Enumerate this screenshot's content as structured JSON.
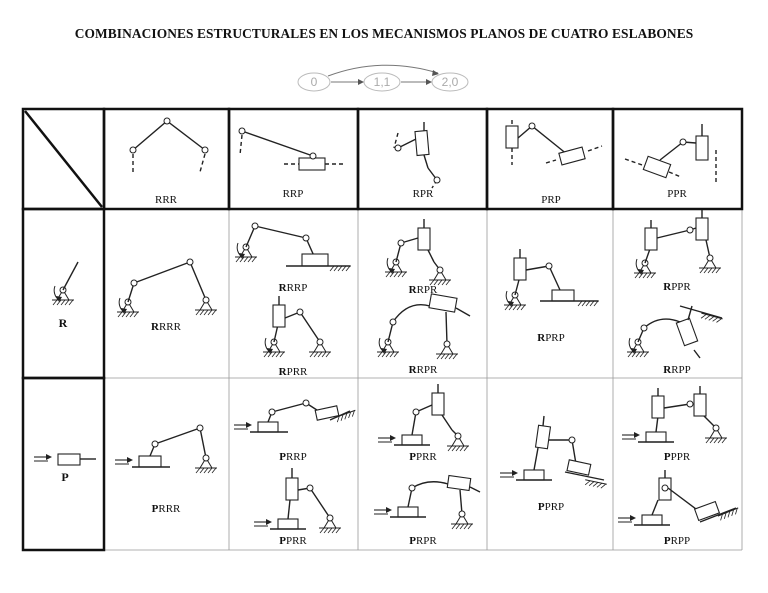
{
  "title": "COMBINACIONES ESTRUCTURALES EN LOS MECANISMOS PLANOS DE CUATRO ESLABONES",
  "flow": {
    "nodes": [
      "0",
      "1,1",
      "2,0"
    ]
  },
  "header_labels": [
    "RRR",
    "RRP",
    "RPR",
    "PRP",
    "PPR"
  ],
  "rows": [
    {
      "label": "R",
      "cells": [
        [
          {
            "bold": "R",
            "rest": "RRR"
          }
        ],
        [
          {
            "bold": "R",
            "rest": "RRP"
          },
          {
            "bold": "R",
            "rest": "PRR"
          }
        ],
        [
          {
            "bold": "R",
            "rest": "RPR"
          },
          {
            "bold": "R",
            "rest": "RPR"
          }
        ],
        [
          {
            "bold": "R",
            "rest": "PRP"
          }
        ],
        [
          {
            "bold": "R",
            "rest": "PPR"
          },
          {
            "bold": "R",
            "rest": "RPP"
          }
        ]
      ]
    },
    {
      "label": "P",
      "cells": [
        [
          {
            "bold": "P",
            "rest": "RRR"
          }
        ],
        [
          {
            "bold": "P",
            "rest": "RRP"
          },
          {
            "bold": "P",
            "rest": "PRR"
          }
        ],
        [
          {
            "bold": "P",
            "rest": "PRR"
          },
          {
            "bold": "P",
            "rest": "RPR"
          }
        ],
        [
          {
            "bold": "P",
            "rest": "PRP"
          }
        ],
        [
          {
            "bold": "P",
            "rest": "PPR"
          },
          {
            "bold": "P",
            "rest": "RPP"
          }
        ]
      ]
    }
  ]
}
